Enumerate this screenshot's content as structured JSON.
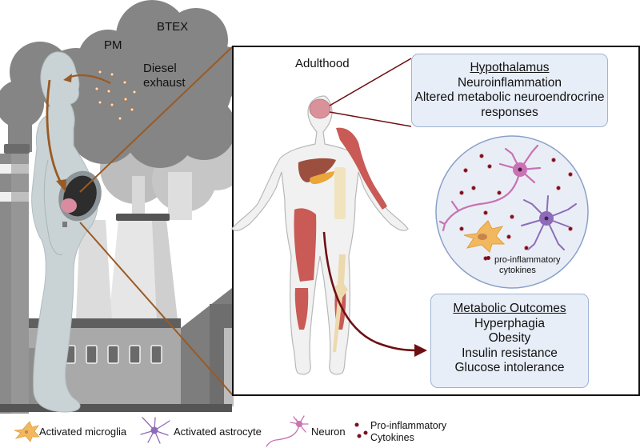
{
  "exposure": {
    "pollutants": [
      "PM",
      "BTEX",
      "Diesel exhaust"
    ]
  },
  "panel": {
    "stage_label": "Adulthood"
  },
  "hypothalamus_box": {
    "title": "Hypothalamus",
    "lines": [
      "Neuroinflammation",
      "Altered metabolic neuroendrocrine",
      "responses"
    ]
  },
  "cell_circle": {
    "cytokine_label_1": "pro-inflammatory",
    "cytokine_label_2": "cytokines"
  },
  "outcomes_box": {
    "title": "Metabolic Outcomes",
    "lines": [
      "Hyperphagia",
      "Obesity",
      "Insulin resistance",
      "Glucose intolerance"
    ]
  },
  "legend": {
    "items": [
      {
        "label": "Activated microglia",
        "icon": "microglia-icon",
        "color": "#f2b860"
      },
      {
        "label": "Activated astrocyte",
        "icon": "astrocyte-icon",
        "color": "#8e6bb8"
      },
      {
        "label": "Neuron",
        "icon": "neuron-icon",
        "color": "#c972b4"
      },
      {
        "label_1": "Pro-inflammatory",
        "label_2": "Cytokines",
        "icon": "cytokine-icon",
        "color": "#7a1020"
      }
    ]
  },
  "colors": {
    "smoke": "#858585",
    "arrow_brown": "#9a5a24",
    "arrow_dark_red": "#6e0f12",
    "box_fill": "#e8eef8",
    "box_border": "#9fb3d4"
  }
}
